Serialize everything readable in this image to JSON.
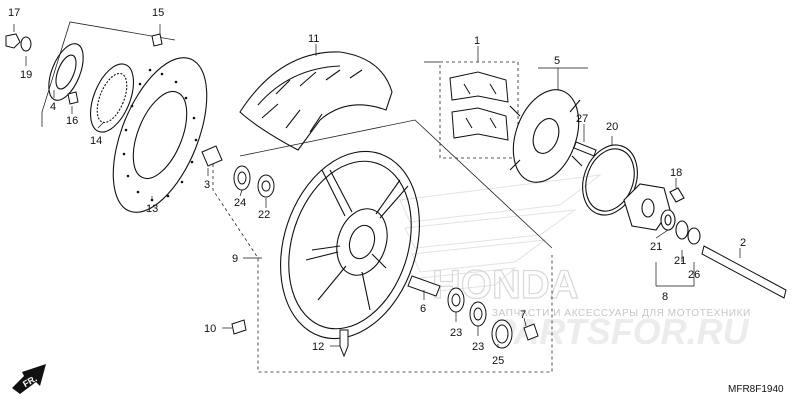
{
  "diagram": {
    "code": "MFR8F1940",
    "direction_label": "FR.",
    "watermark_brand": "HONDA",
    "watermark_text": "ЗАПЧАСТИ И АКСЕССУАРЫ ДЛЯ МОТОТЕХНИКИ",
    "watermark_logo": "PARTSFOR.RU",
    "callouts": {
      "p1": "1",
      "p2": "2",
      "p3": "3",
      "p4": "4",
      "p5": "5",
      "p6": "6",
      "p7": "7",
      "p8": "8",
      "p9": "9",
      "p10": "10",
      "p11": "11",
      "p12": "12",
      "p13": "13",
      "p14": "14",
      "p15": "15",
      "p16": "16",
      "p17": "17",
      "p18": "18",
      "p19": "19",
      "p20": "20",
      "p21a": "21",
      "p21b": "21",
      "p22": "22",
      "p23a": "23",
      "p23b": "23",
      "p24": "24",
      "p25": "25",
      "p26": "26",
      "p27": "27"
    }
  }
}
